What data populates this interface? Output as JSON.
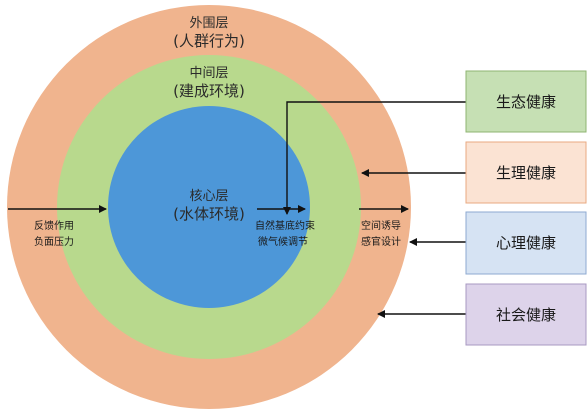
{
  "rings": {
    "outer": {
      "title": "外围层",
      "subtitle": "(人群行为)",
      "color": "#f0b48e"
    },
    "middle": {
      "title": "中间层",
      "subtitle": "(建成环境)",
      "color": "#b8d98d"
    },
    "core": {
      "title": "核心层",
      "subtitle": "(水体环境)",
      "color": "#4d97d8"
    }
  },
  "annotations": {
    "feedback_line1": "反馈作用",
    "feedback_line2": "负面压力",
    "nature_line1": "自然基底约束",
    "nature_line2": "微气候调节",
    "space_line1": "空间诱导",
    "space_line2": "感官设计"
  },
  "health_boxes": [
    {
      "label": "生态健康",
      "fill": "#c6e0b4",
      "stroke": "#8fb572"
    },
    {
      "label": "生理健康",
      "fill": "#fbe3d3",
      "stroke": "#e8a982"
    },
    {
      "label": "心理健康",
      "fill": "#d6e3f3",
      "stroke": "#8eaad0"
    },
    {
      "label": "社会健康",
      "fill": "#ddd3ea",
      "stroke": "#a898c2"
    }
  ]
}
